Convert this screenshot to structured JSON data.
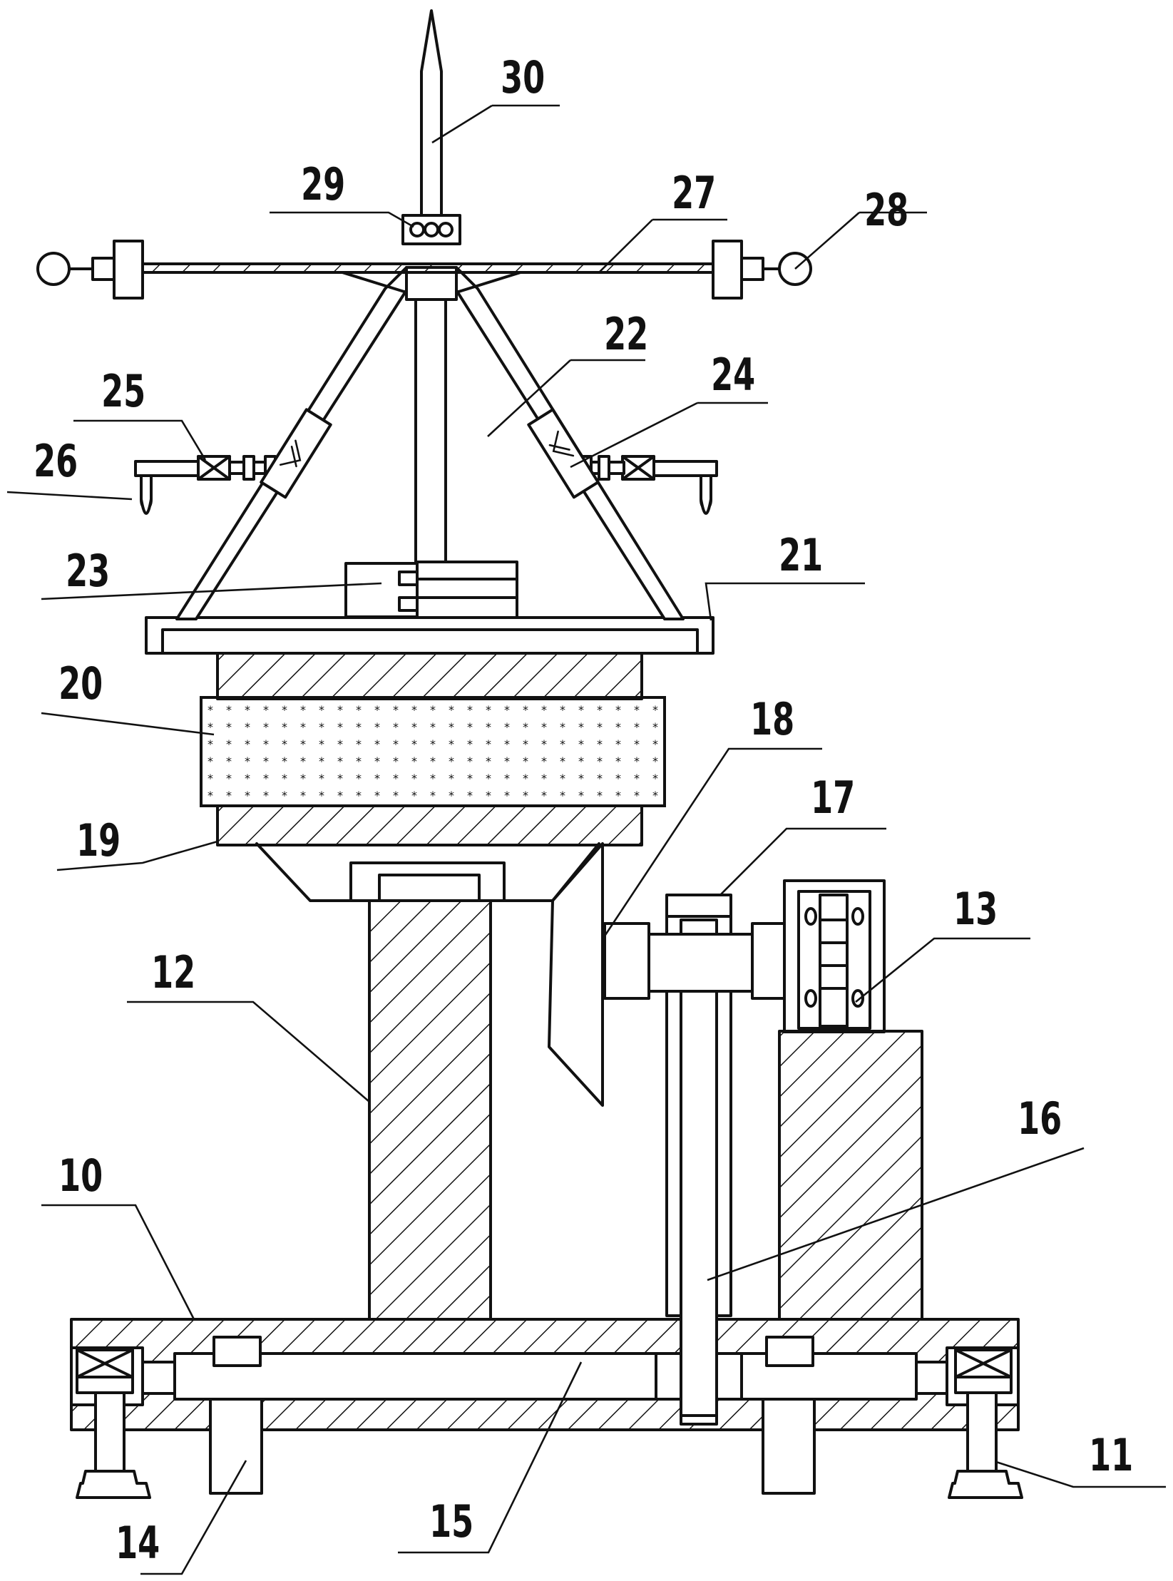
{
  "figure": {
    "labels": {
      "l10": "10",
      "l11": "11",
      "l12": "12",
      "l13": "13",
      "l14": "14",
      "l15": "15",
      "l16": "16",
      "l17": "17",
      "l18": "18",
      "l19": "19",
      "l20": "20",
      "l21": "21",
      "l22": "22",
      "l23": "23",
      "l24": "24",
      "l25": "25",
      "l26": "26",
      "l27": "27",
      "l28": "28",
      "l29": "29",
      "l30": "30"
    }
  }
}
